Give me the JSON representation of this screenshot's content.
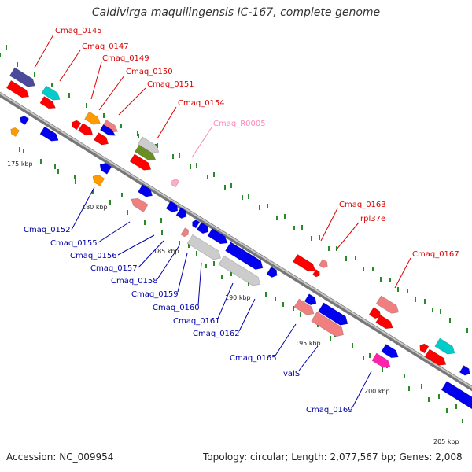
{
  "title": "Caldivirga maquilingensis IC-167, complete genome",
  "footer": {
    "accession": "Accession: NC_009954",
    "topology": "Topology: circular; Length: 2,077,567 bp; Genes: 2,008"
  },
  "colors": {
    "label_top": "#dd0000",
    "label_bottom": "#0000aa",
    "label_rna": "#ff88bb",
    "backbone": "#999999",
    "tick": "#2a8a2a"
  },
  "scale_labels": [
    "175 kbp",
    "180 kbp",
    "185 kbp",
    "190 kbp",
    "195 kbp",
    "200 kbp",
    "205 kbp"
  ],
  "gene_labels_top": [
    "Cmaq_0145",
    "Cmaq_0147",
    "Cmaq_0149",
    "Cmaq_0150",
    "Cmaq_0151",
    "Cmaq_0154",
    "Cmaq_0163",
    "rpl37e",
    "Cmaq_0167"
  ],
  "gene_labels_rna": [
    "Cmaq_R0005"
  ],
  "gene_labels_bottom": [
    "Cmaq_0152",
    "Cmaq_0155",
    "Cmaq_0156",
    "Cmaq_0157",
    "Cmaq_0158",
    "Cmaq_0159",
    "Cmaq_0160",
    "Cmaq_0161",
    "Cmaq_0162",
    "Cmaq_0165",
    "valS",
    "Cmaq_0169"
  ]
}
